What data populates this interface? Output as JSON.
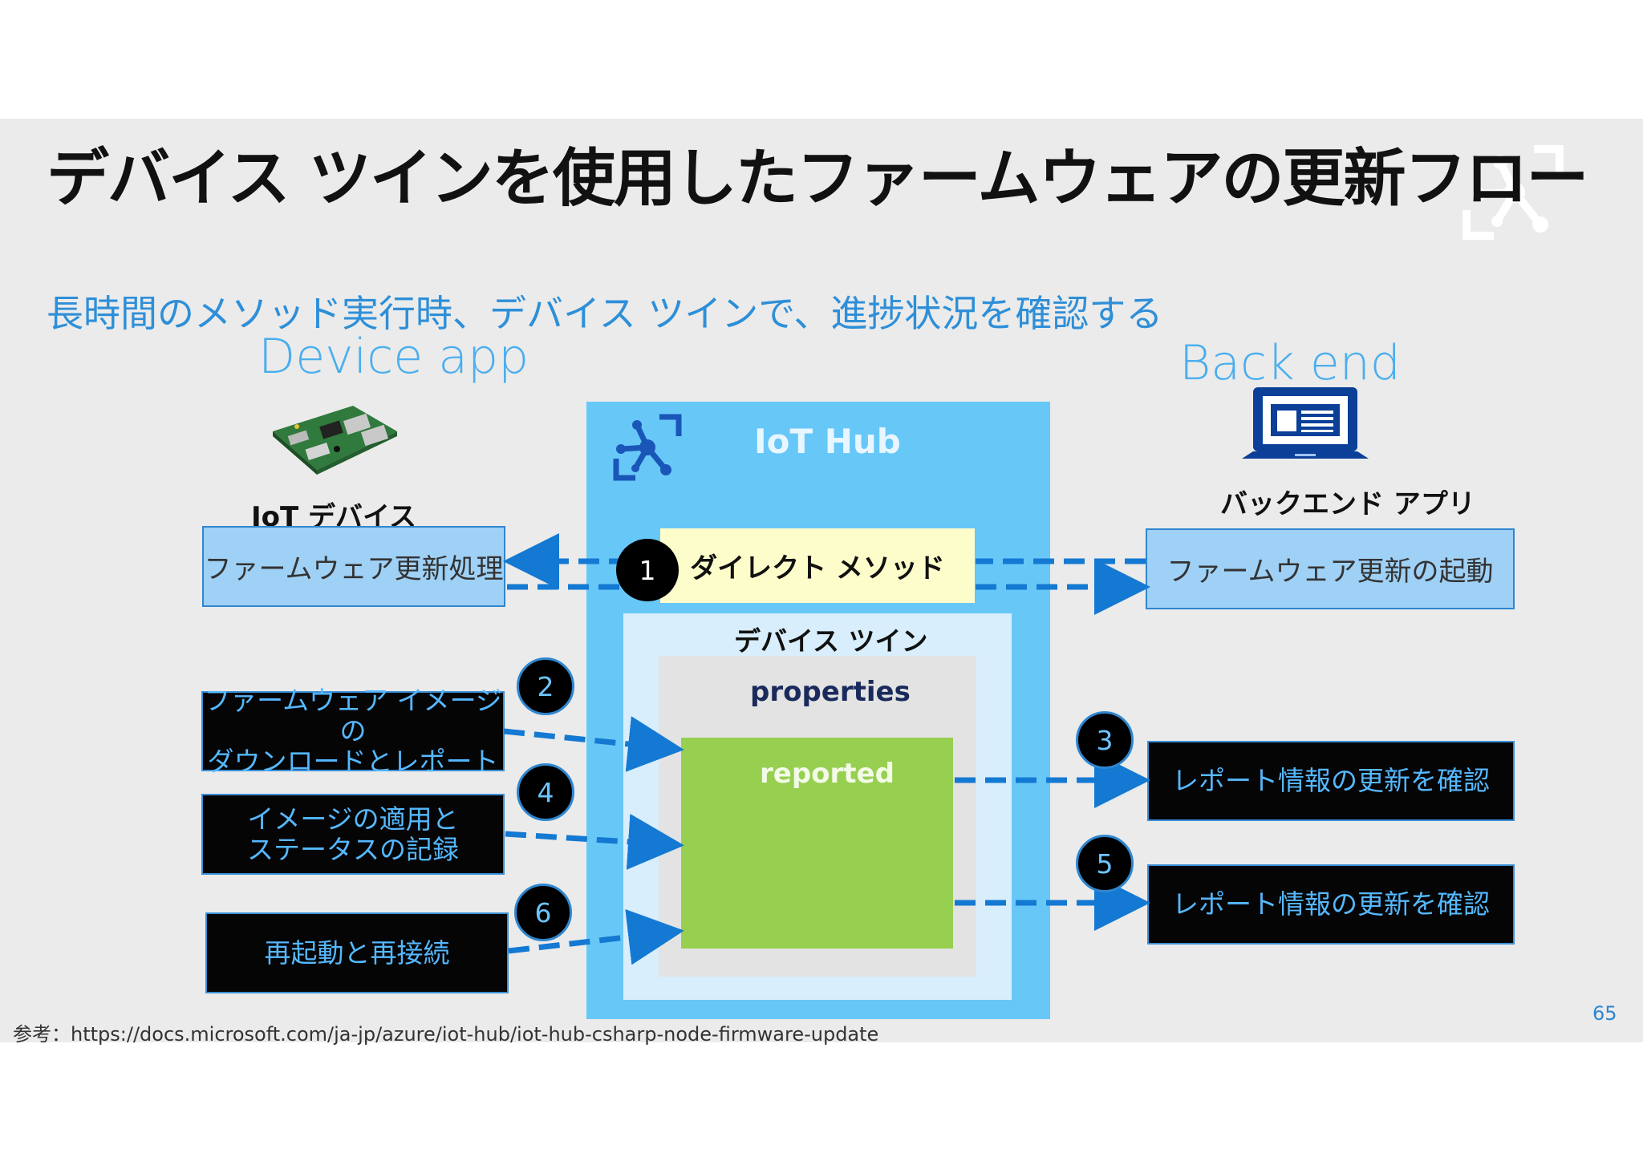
{
  "slide": {
    "title": "デバイス ツインを使用したファームウェアの更新フロー",
    "subtitle": "長時間のメソッド実行時、デバイス ツインで、進捗状況を確認する",
    "device_app_label": "Device app",
    "back_end_label": "Back end",
    "footer_reference": "参考：https://docs.microsoft.com/ja-jp/azure/iot-hub/iot-hub-csharp-node-firmware-update",
    "page_number": "65"
  },
  "device": {
    "label": "IoT デバイス",
    "icon": "circuit-board-icon",
    "process_box": "ファームウェア更新処理"
  },
  "backend": {
    "label": "バックエンド アプリ",
    "icon": "laptop-icon",
    "start_box": "ファームウェア更新の起動"
  },
  "hub": {
    "label": "IoT Hub",
    "icon": "iot-hub-icon",
    "direct_method": "ダイレクト メソッド",
    "device_twin": "デバイス ツイン",
    "properties": "properties",
    "reported": "reported"
  },
  "steps": {
    "s1": "1",
    "s2": "2",
    "s3": "3",
    "s4": "4",
    "s5": "5",
    "s6": "6"
  },
  "device_actions": {
    "download_line1": "ファームウェア イメージの",
    "download_line2": "ダウンロードとレポート",
    "apply_line1": "イメージの適用と",
    "apply_line2": "ステータスの記録",
    "reboot": "再起動と再接続"
  },
  "backend_actions": {
    "check_report_1": "レポート情報の更新を確認",
    "check_report_2": "レポート情報の更新を確認"
  },
  "colors": {
    "accent_blue": "#2e8fd8",
    "hub_blue": "#67c8f8",
    "reported_green": "#97cf50",
    "method_yellow": "#fdfdcb",
    "arrow_blue": "#1479d2"
  }
}
